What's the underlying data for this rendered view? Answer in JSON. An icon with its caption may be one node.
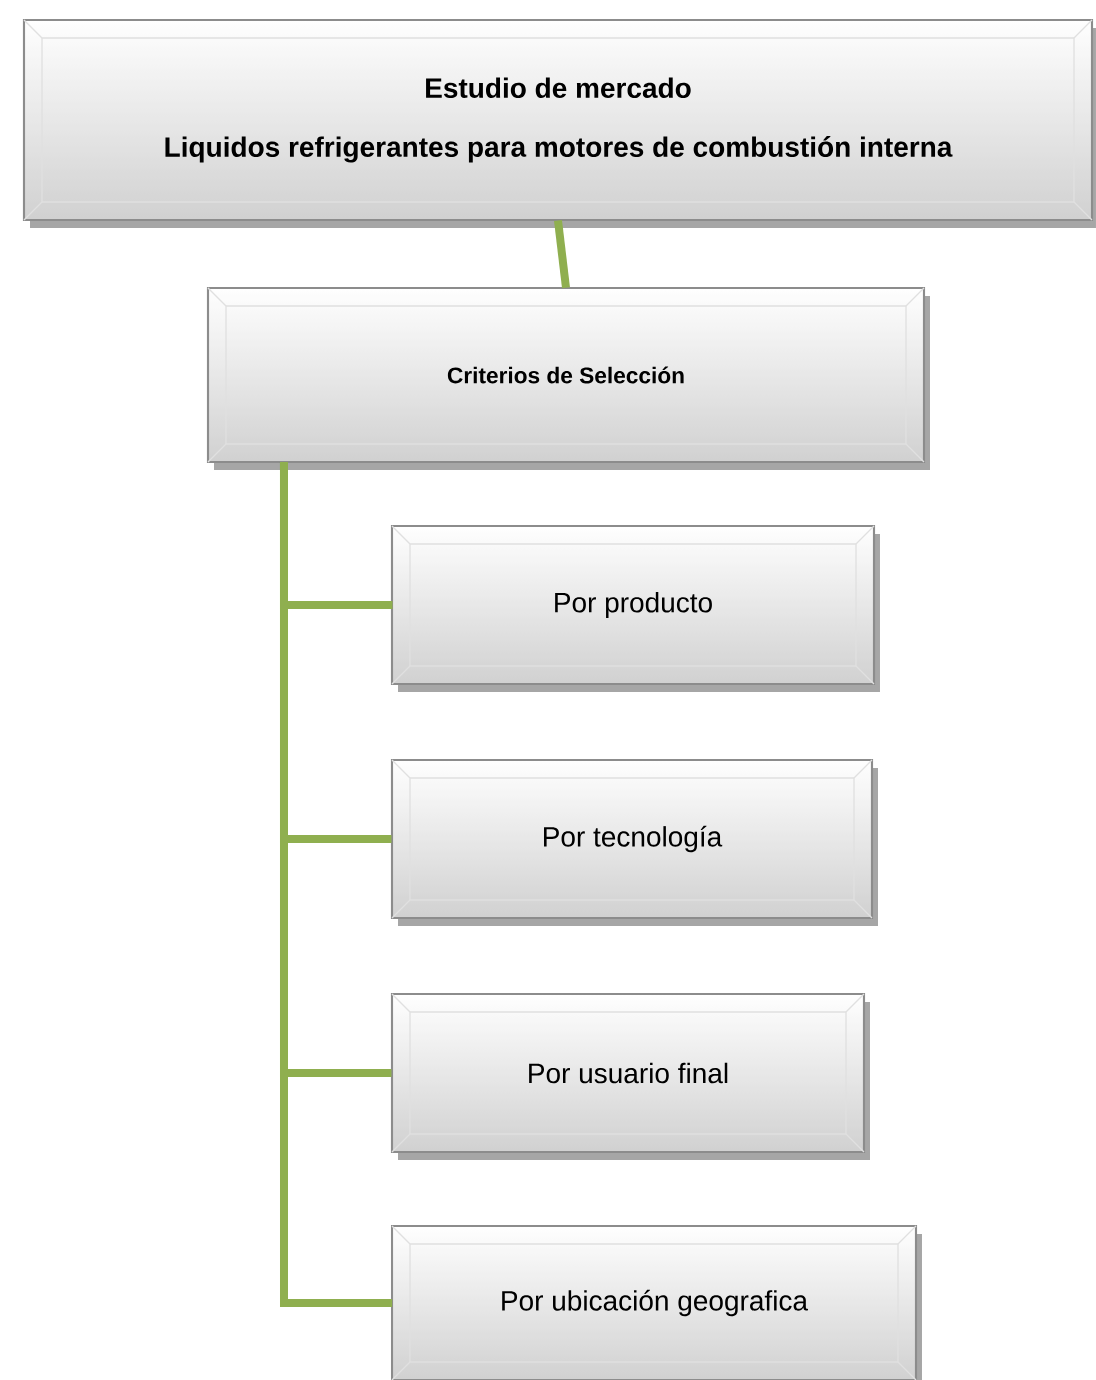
{
  "diagram": {
    "nodes": [
      {
        "text": [
          "Estudio de mercado",
          "Liquidos refrigerantes para motores de combustión interna"
        ]
      },
      {
        "text": [
          "Criterios de Selección"
        ]
      },
      {
        "text": [
          "Por producto"
        ]
      },
      {
        "text": [
          "Por tecnología"
        ]
      },
      {
        "text": [
          "Por usuario final"
        ]
      },
      {
        "text": [
          "Por ubicación geografica"
        ]
      }
    ],
    "edges": [
      {
        "from": 0,
        "to": 1,
        "arrow": "none"
      },
      {
        "from": 1,
        "to": 2,
        "arrow": "none"
      },
      {
        "from": 1,
        "to": 3,
        "arrow": "none"
      },
      {
        "from": 1,
        "to": 4,
        "arrow": "none"
      },
      {
        "from": 1,
        "to": 5,
        "arrow": "none"
      }
    ]
  }
}
